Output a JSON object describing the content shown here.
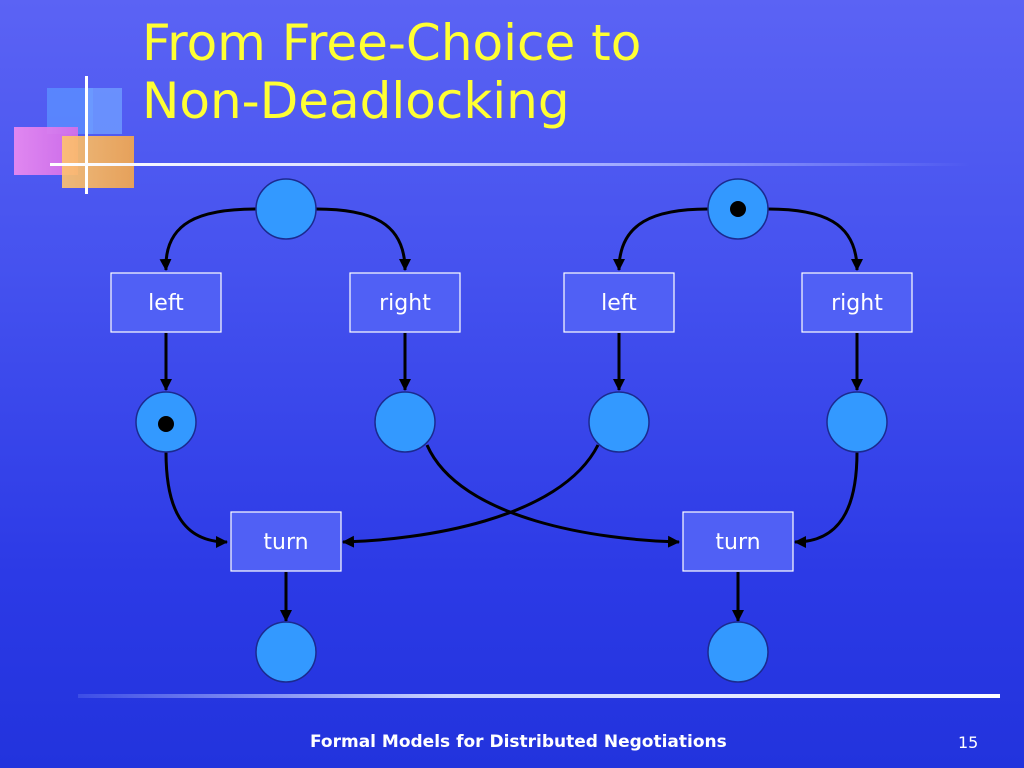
{
  "slide": {
    "title_line1": "From Free-Choice to",
    "title_line2": "Non-Deadlocking",
    "footer": "Formal Models for Distributed Negotiations",
    "page_number": "15"
  },
  "diagram": {
    "transitions": {
      "left_a": "left",
      "right_a": "right",
      "left_b": "left",
      "right_b": "right",
      "turn_a": "turn",
      "turn_b": "turn"
    },
    "marked_places": [
      "place-top-b",
      "place-mid-1"
    ]
  },
  "colors": {
    "title": "#ffff33",
    "place_fill": "#3399ff",
    "transition_fill": "#5060f5",
    "token": "#000000"
  }
}
